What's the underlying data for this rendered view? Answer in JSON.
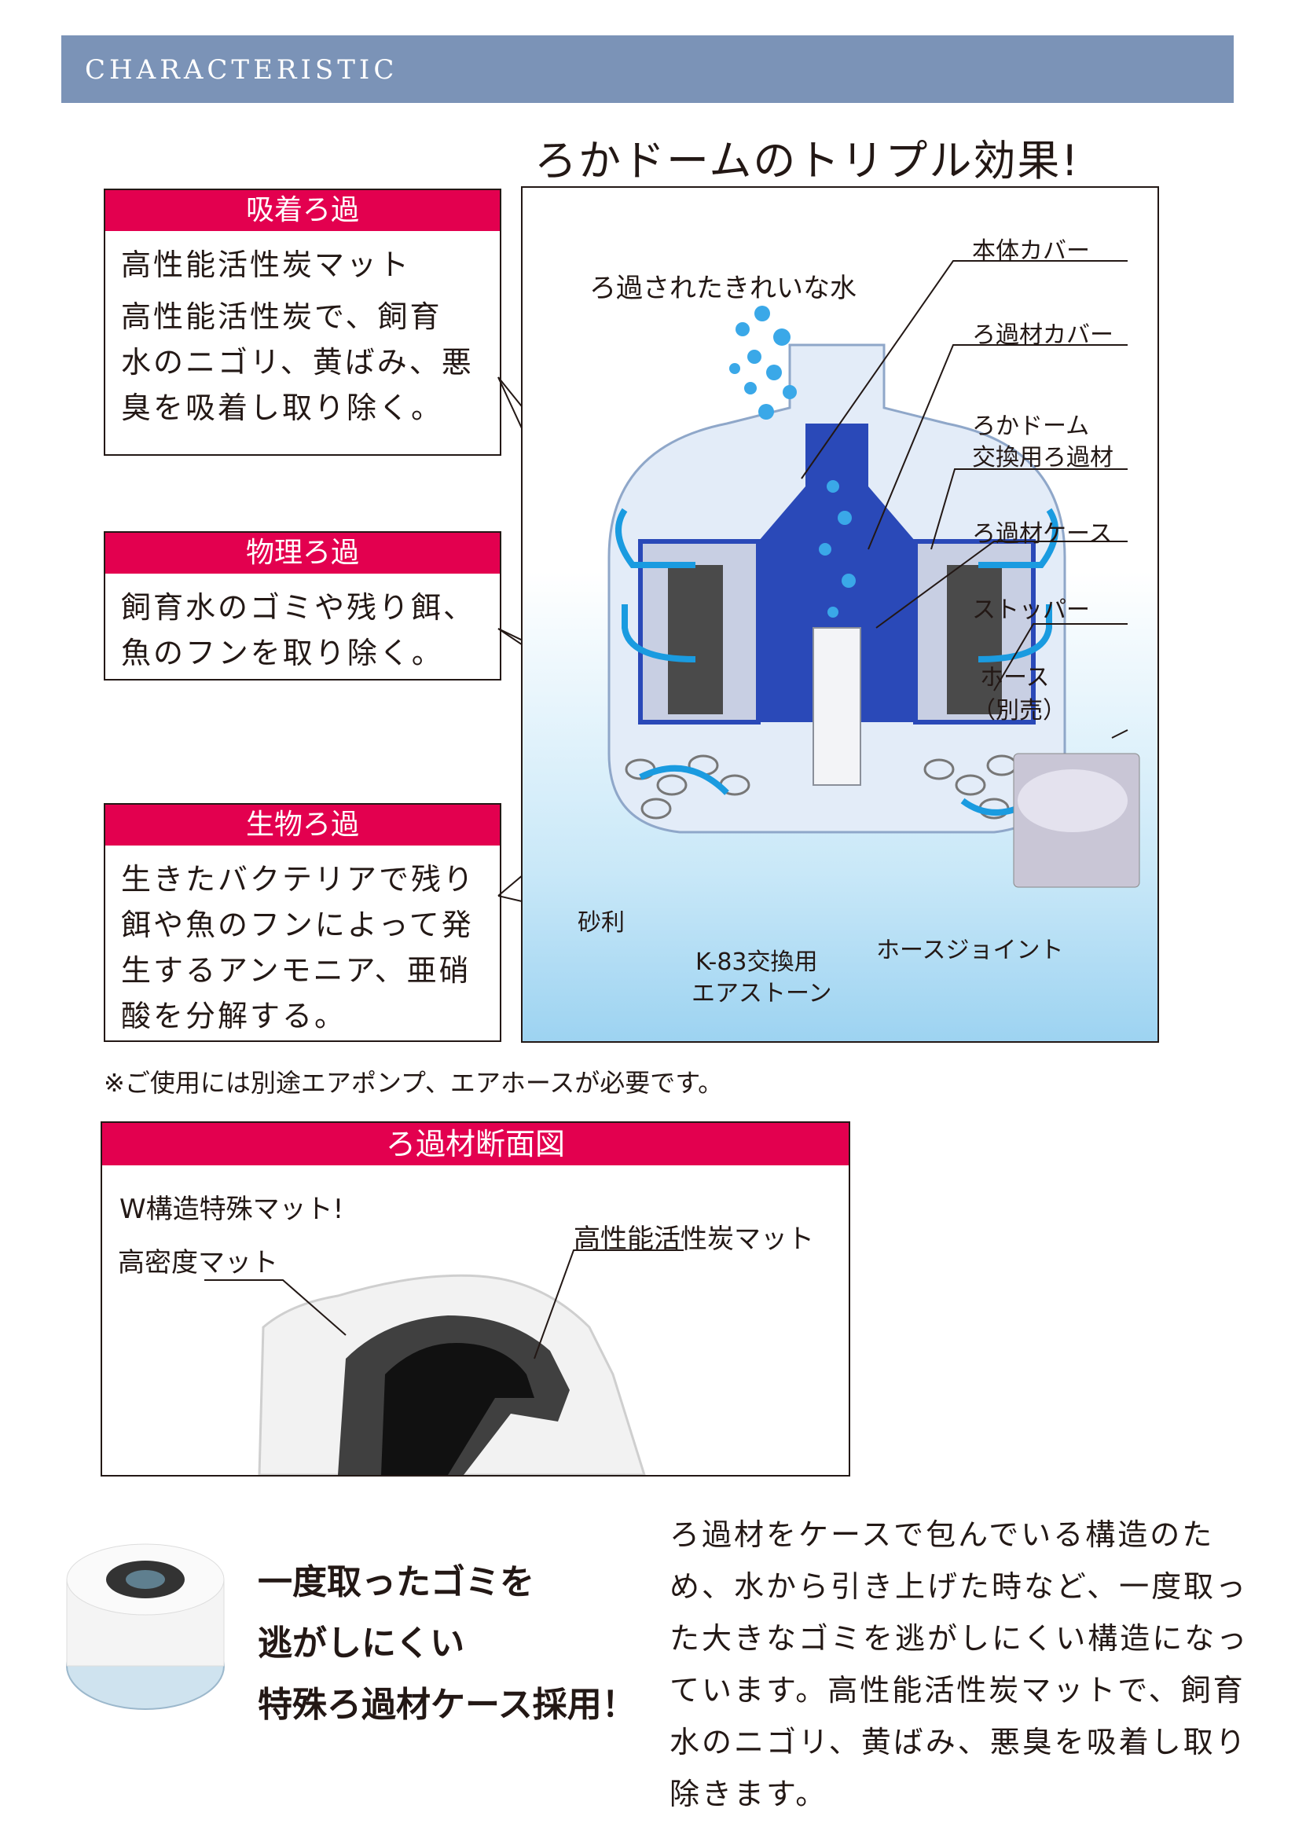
{
  "header": {
    "title": "CHARACTERISTIC"
  },
  "main_title": "ろかドームのトリプル効果!",
  "cards": [
    {
      "title": "吸着ろ過",
      "subtitle": "高性能活性炭マット",
      "body": [
        "高性能活性炭で、飼育",
        "水のニゴリ、黄ばみ、悪",
        "臭を吸着し取り除く。"
      ]
    },
    {
      "title": "物理ろ過",
      "body": [
        "飼育水のゴミや残り餌、",
        "魚のフンを取り除く。"
      ]
    },
    {
      "title": "生物ろ過",
      "body": [
        "生きたバクテリアで残り",
        "餌や魚のフンによって発",
        "生するアンモニア、亜硝",
        "酸を分解する。"
      ]
    }
  ],
  "diagram": {
    "top_label": "ろ過されたきれいな水",
    "parts": [
      "本体カバー",
      "ろ過材カバー",
      "ろかドーム",
      "交換用ろ過材",
      "ろ過材ケース",
      "ストッパー",
      "ホース",
      "（別売）",
      "砂利",
      "K-83交換用",
      "エアストーン",
      "ホースジョイント"
    ]
  },
  "note": "※ご使用には別途エアポンプ、エアホースが必要です。",
  "section": {
    "title": "ろ過材断面図",
    "subtitle": "W構造特殊マット!",
    "label_left": "高密度マット",
    "label_right": "高性能活性炭マット"
  },
  "feature": {
    "lines": [
      "一度取ったゴミを",
      "逃がしにくい",
      "特殊ろ過材ケース採用！"
    ]
  },
  "description": [
    "ろ過材をケースで包んでいる構造のた",
    "め、水から引き上げた時など、一度取っ",
    "た大きなゴミを逃がしにくい構造になっ",
    "ています。高性能活性炭マットで、飼育",
    "水のニゴリ、黄ばみ、悪臭を吸着し取り",
    "除きます。"
  ],
  "colors": {
    "header": "#7b93b7",
    "accent": "#e3004f",
    "water": "#9dd3f1",
    "flow": "#1a9be0"
  }
}
